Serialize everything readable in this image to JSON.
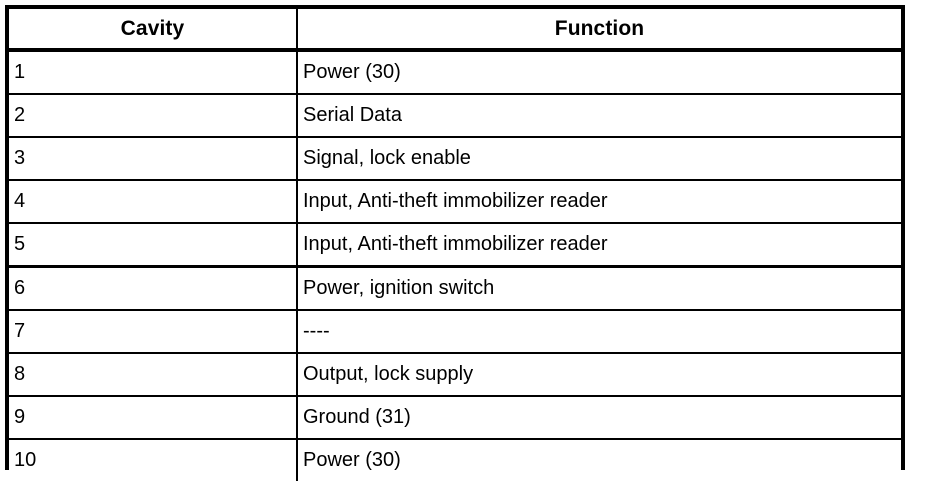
{
  "document": {
    "type": "connector-pinout-table",
    "colors": {
      "background": "#ffffff",
      "text": "#000000",
      "border": "#000000"
    }
  },
  "table": {
    "columns": [
      {
        "key": "cavity",
        "label": "Cavity",
        "align": "center"
      },
      {
        "key": "function",
        "label": "Function",
        "align": "center"
      }
    ],
    "rows": [
      {
        "cavity": "1",
        "function": "Power (30)"
      },
      {
        "cavity": "2",
        "function": "Serial Data"
      },
      {
        "cavity": "3",
        "function": "Signal, lock enable"
      },
      {
        "cavity": "4",
        "function": "Input, Anti-theft immobilizer reader"
      },
      {
        "cavity": "5",
        "function": "Input, Anti-theft immobilizer reader"
      },
      {
        "cavity": "6",
        "function": "Power, ignition switch"
      },
      {
        "cavity": "7",
        "function": "----"
      },
      {
        "cavity": "8",
        "function": "Output, lock supply"
      },
      {
        "cavity": "9",
        "function": "Ground (31)"
      },
      {
        "cavity": "10",
        "function": "Power (30)"
      }
    ]
  }
}
